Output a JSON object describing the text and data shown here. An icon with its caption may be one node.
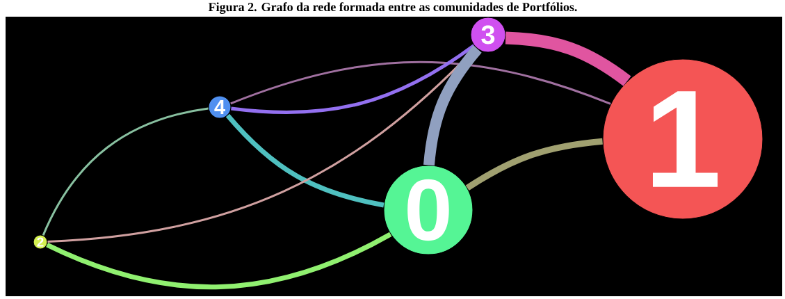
{
  "diagram": {
    "title": "Figura 2. Grafo da rede formada entre as comunidades de Portfólios.",
    "nodes": [
      {
        "text": [
          "0"
        ]
      },
      {
        "text": [
          "1"
        ]
      },
      {
        "text": [
          "2"
        ]
      },
      {
        "text": [
          "3"
        ]
      },
      {
        "text": [
          "4"
        ]
      }
    ],
    "edges": [
      {
        "from": 4,
        "to": 1,
        "arrow": "none",
        "color": "#a070a0"
      },
      {
        "from": 4,
        "to": 3,
        "arrow": "none",
        "color": "#9370f0"
      },
      {
        "from": 4,
        "to": 0,
        "arrow": "none",
        "color": "#4fc0c0"
      },
      {
        "from": 2,
        "to": 4,
        "arrow": "none",
        "color": "#88c0a0"
      },
      {
        "from": 2,
        "to": 3,
        "arrow": "none",
        "color": "#d0a0a0"
      },
      {
        "from": 2,
        "to": 0,
        "arrow": "none",
        "color": "#90f070"
      },
      {
        "from": 0,
        "to": 3,
        "arrow": "none",
        "style": "thick",
        "color": "#90a0c0"
      },
      {
        "from": 3,
        "to": 1,
        "arrow": "none",
        "style": "thick",
        "color": "#e055a0"
      },
      {
        "from": 0,
        "to": 1,
        "arrow": "none",
        "color": "#a0a070"
      }
    ]
  }
}
